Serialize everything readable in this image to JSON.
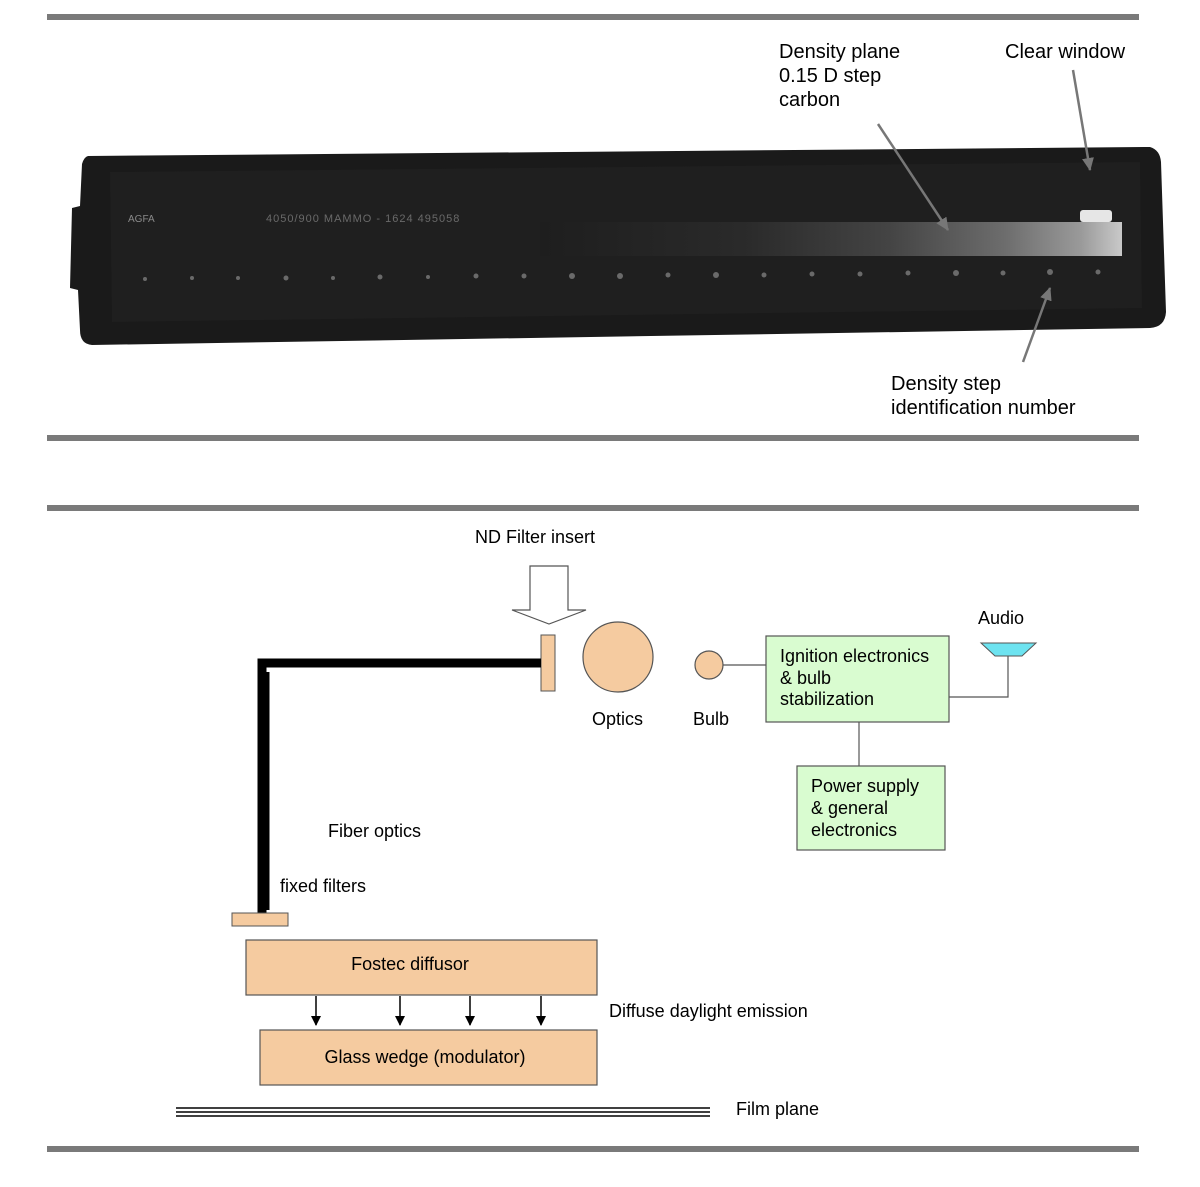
{
  "photo_panel": {
    "annotations": {
      "density_plane": [
        "Density plane",
        "0.15 D step",
        "carbon"
      ],
      "clear_window": "Clear window",
      "step_id": [
        "Density step",
        "identification number"
      ]
    },
    "engraving": {
      "logo": "AGFA",
      "serial": "4050/900 MAMMO - 1624 495058"
    }
  },
  "diagram_panel": {
    "labels": {
      "nd_filter": "ND Filter insert",
      "optics": "Optics",
      "bulb": "Bulb",
      "audio": "Audio",
      "fiber": "Fiber optics",
      "fixed_filters": "fixed filters",
      "diffuse": "Diffuse daylight emission",
      "film_plane": "Film plane"
    },
    "boxes": {
      "ignition": [
        "Ignition electronics",
        "& bulb",
        "stabilization"
      ],
      "power": [
        "Power supply",
        "& general",
        "electronics"
      ],
      "fostec": "Fostec diffusor",
      "wedge": "Glass wedge  (modulator)"
    },
    "colors": {
      "component_fill": "#f5cba0",
      "electronics_fill": "#d9fcd0",
      "audio_fill": "#6de3f0",
      "rule": "#7a7a7a"
    }
  }
}
